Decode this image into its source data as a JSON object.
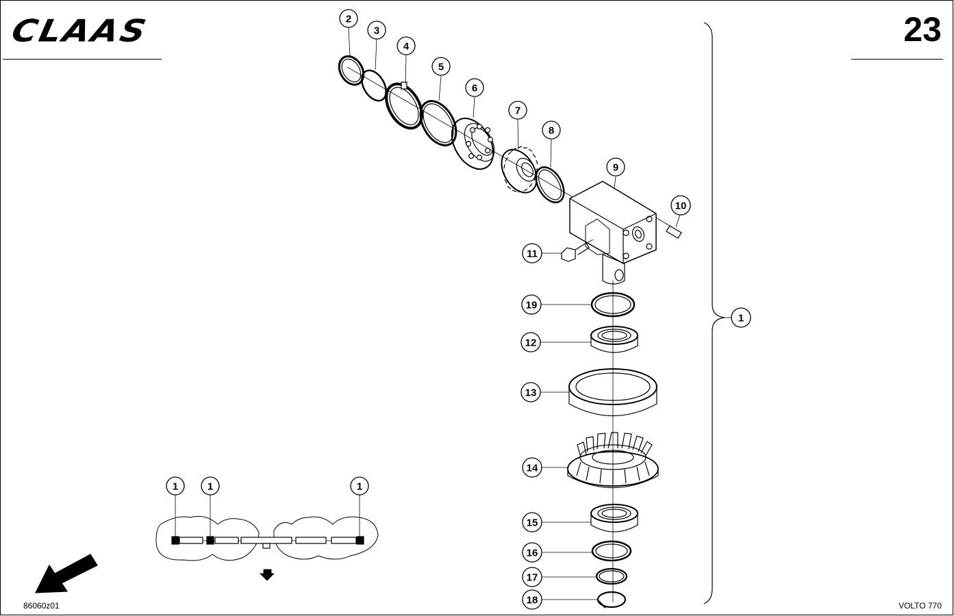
{
  "header": {
    "brand": "CLAAS",
    "page_number": "23"
  },
  "footer": {
    "drawing_code": "86060z01",
    "model": "VOLTO 770"
  },
  "callouts": {
    "c2": "2",
    "c3": "3",
    "c4": "4",
    "c5": "5",
    "c6": "6",
    "c7": "7",
    "c8": "8",
    "c9": "9",
    "c10": "10",
    "c11": "11",
    "c19": "19",
    "c12": "12",
    "c13": "13",
    "c14": "14",
    "c15": "15",
    "c16": "16",
    "c17": "17",
    "c18": "18",
    "assembly": "1",
    "pos_a": "1",
    "pos_b": "1",
    "pos_c": "1"
  }
}
